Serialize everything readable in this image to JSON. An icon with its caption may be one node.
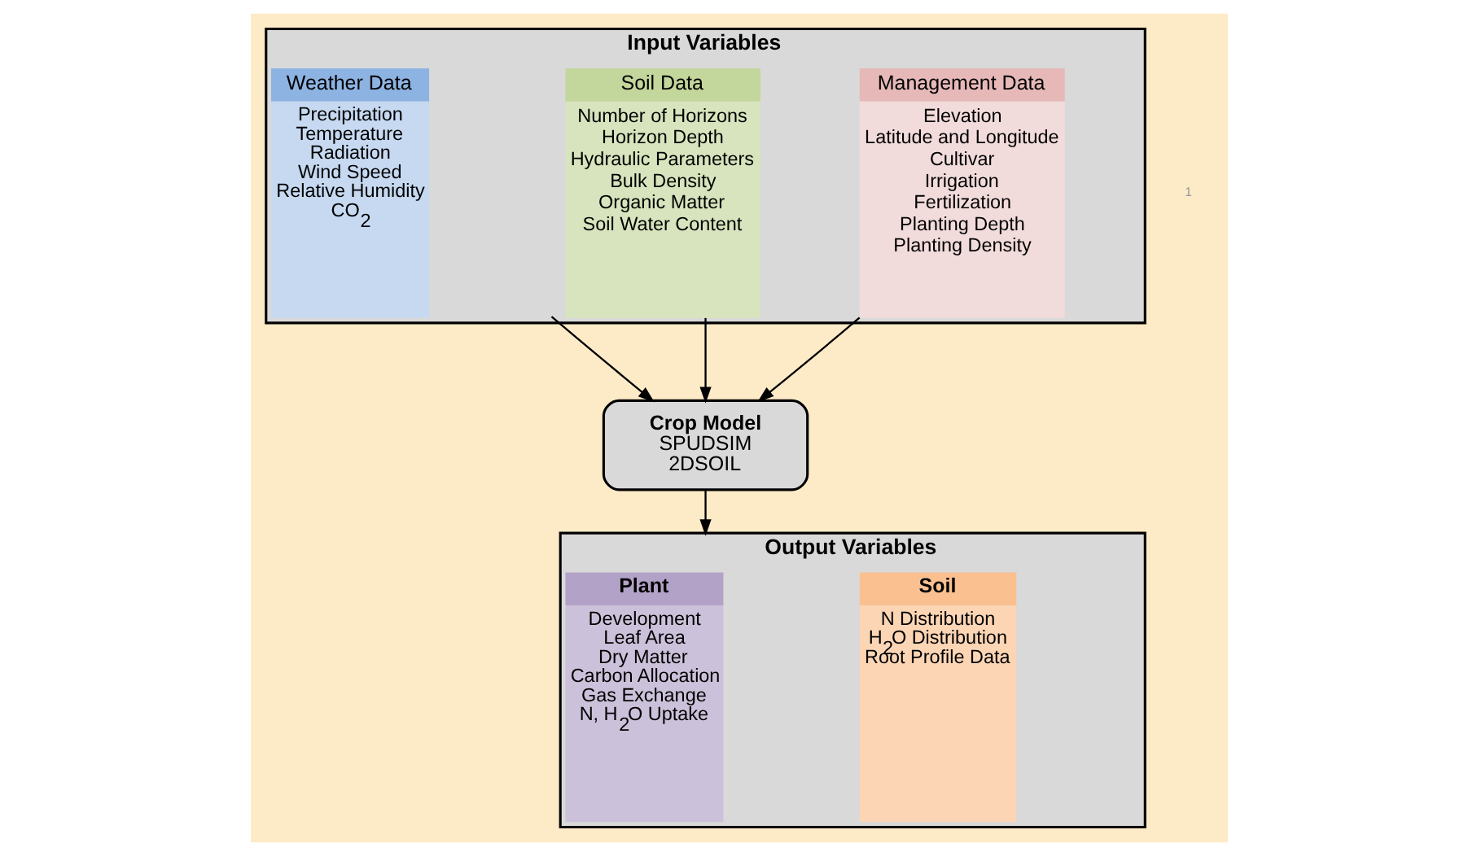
{
  "diagram": {
    "nodes": [
      {
        "text": [
          "Input Variables"
        ]
      },
      {
        "text": [
          "Weather Data",
          "Precipitation",
          "Temperature",
          "Radiation",
          "Wind Speed",
          "Relative Humidity",
          "CO$_{2}$"
        ],
        "in": 0
      },
      {
        "text": [
          "Soil Data",
          "Number of Horizons",
          "Horizon Depth",
          "Hydraulic Parameters",
          "Bulk Density",
          "Organic Matter",
          "Soil Water Content"
        ],
        "in": 0
      },
      {
        "text": [
          "Management Data",
          "Elevation",
          "Latitude and Longitude",
          "Cultivar",
          "Irrigation",
          "Fertilization",
          "Planting Depth",
          "Planting Density"
        ],
        "in": 0
      },
      {
        "text": [
          "Crop Model",
          "SPUDSIM",
          "2DSOIL"
        ]
      },
      {
        "text": [
          "Output Variables"
        ]
      },
      {
        "text": [
          "Plant",
          "Development",
          "Leaf Area",
          "Dry Matter",
          "Carbon Allocation",
          "Gas Exchange",
          "N, H$_{2}$O Uptake"
        ],
        "in": 5
      },
      {
        "text": [
          "Soil",
          "N Distribution",
          "H$_{2}$O Distribution",
          "Root Profile Data"
        ],
        "in": 5
      }
    ],
    "edges": [
      {
        "from": 1,
        "to": 4,
        "arrow": "to"
      },
      {
        "from": 2,
        "to": 4,
        "arrow": "to"
      },
      {
        "from": 3,
        "to": 4,
        "arrow": "to"
      },
      {
        "from": 4,
        "to": 5,
        "arrow": "to"
      }
    ],
    "labels": [
      "1"
    ]
  }
}
